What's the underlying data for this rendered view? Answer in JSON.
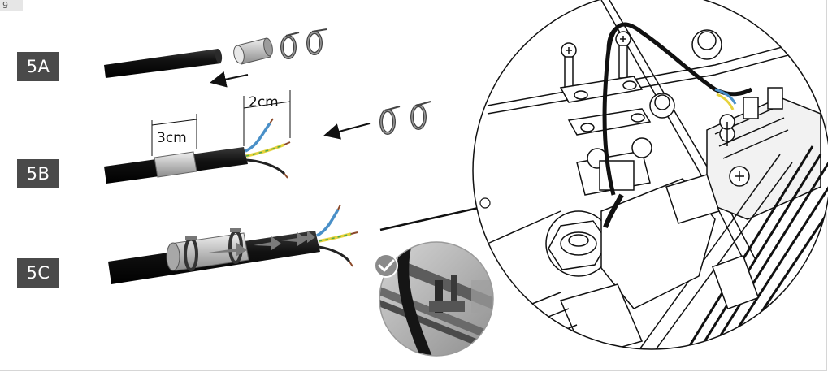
{
  "page_number": "9",
  "steps": [
    {
      "label": "5A"
    },
    {
      "label": "5B"
    },
    {
      "label": "5C"
    }
  ],
  "dimensions": {
    "sleeve_length": "3cm",
    "strip_length": "2cm"
  },
  "icons": {
    "check": "check-badge-icon"
  },
  "colors": {
    "label_bg": "#4a4a4a",
    "cable": "#1a1a1a",
    "wire_blue": "#4a90c8",
    "wire_yellow": "#e6d23c",
    "wire_green": "#4da84d",
    "wire_brown": "#8b4a2a",
    "check_badge": "#8a8a8a"
  }
}
